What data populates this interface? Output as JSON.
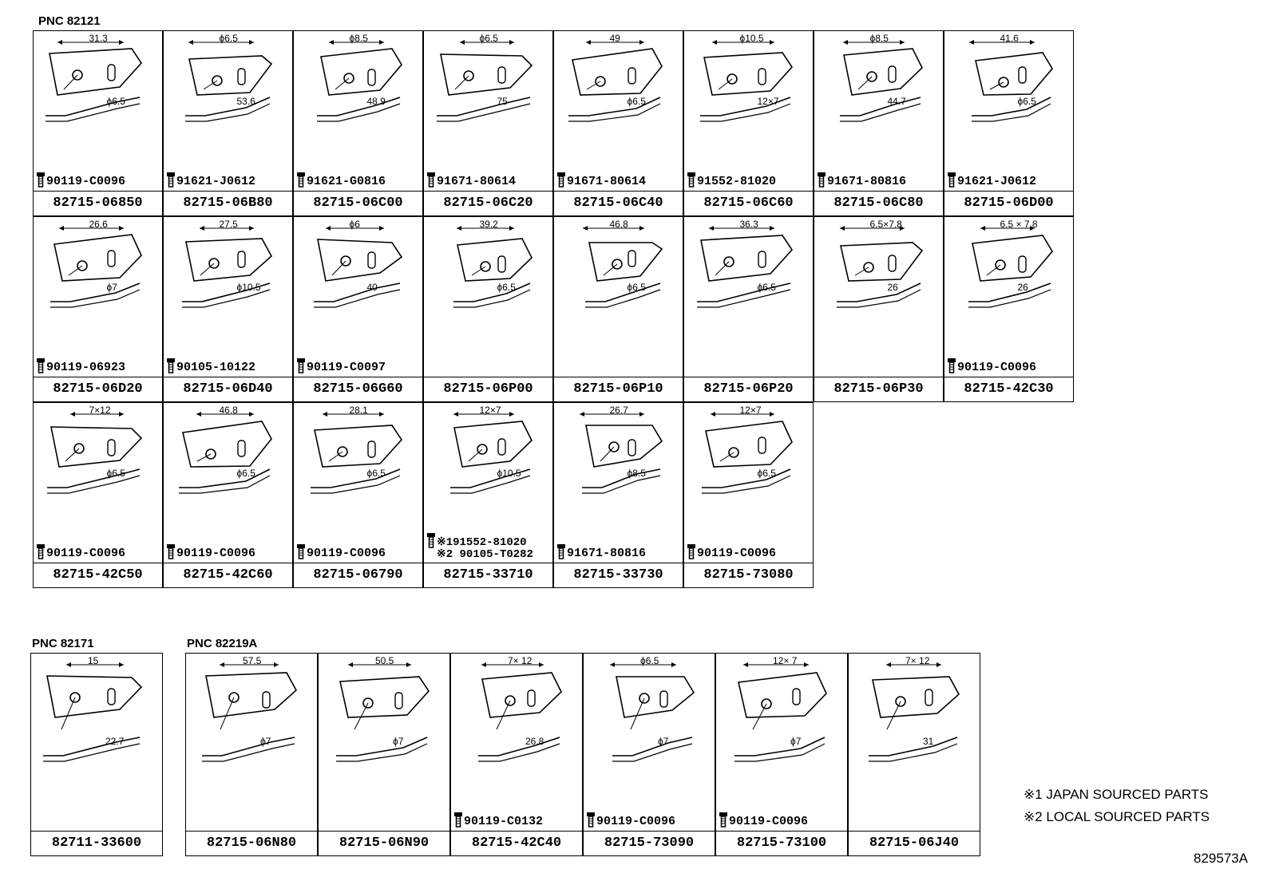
{
  "group1": {
    "pnc": "PNC 82121",
    "cells": [
      {
        "part": "82715-06850",
        "bolt": "90119-C0096",
        "dims": [
          "31.3",
          "ϕ6.5"
        ]
      },
      {
        "part": "82715-06B80",
        "bolt": "91621-J0612",
        "dims": [
          "ϕ6.5",
          "53.6"
        ]
      },
      {
        "part": "82715-06C00",
        "bolt": "91621-G0816",
        "dims": [
          "ϕ8.5",
          "48.9"
        ]
      },
      {
        "part": "82715-06C20",
        "bolt": "91671-80614",
        "dims": [
          "ϕ6.5",
          "75"
        ]
      },
      {
        "part": "82715-06C40",
        "bolt": "91671-80614",
        "dims": [
          "49",
          "ϕ6.5"
        ]
      },
      {
        "part": "82715-06C60",
        "bolt": "91552-81020",
        "dims": [
          "ϕ10.5",
          "12×7"
        ]
      },
      {
        "part": "82715-06C80",
        "bolt": "91671-80816",
        "dims": [
          "ϕ8.5",
          "44.7"
        ]
      },
      {
        "part": "82715-06D00",
        "bolt": "91621-J0612",
        "dims": [
          "41.6",
          "ϕ6.5"
        ]
      },
      {
        "part": "82715-06D20",
        "bolt": "90119-06923",
        "dims": [
          "26.6",
          "ϕ7"
        ]
      },
      {
        "part": "82715-06D40",
        "bolt": "90105-10122",
        "dims": [
          "27.5",
          "ϕ10.5"
        ]
      },
      {
        "part": "82715-06G60",
        "bolt": "90119-C0097",
        "dims": [
          "ϕ6",
          "40"
        ]
      },
      {
        "part": "82715-06P00",
        "bolt": "",
        "dims": [
          "39.2",
          "ϕ6.5"
        ]
      },
      {
        "part": "82715-06P10",
        "bolt": "",
        "dims": [
          "46.8",
          "ϕ6.5"
        ]
      },
      {
        "part": "82715-06P20",
        "bolt": "",
        "dims": [
          "36.3",
          "ϕ6.5"
        ]
      },
      {
        "part": "82715-06P30",
        "bolt": "",
        "dims": [
          "6.5×7.8",
          "26"
        ]
      },
      {
        "part": "82715-42C30",
        "bolt": "90119-C0096",
        "dims": [
          "6.5 × 7.8",
          "26"
        ]
      },
      {
        "part": "82715-42C50",
        "bolt": "90119-C0096",
        "dims": [
          "7×12",
          "ϕ6.5"
        ]
      },
      {
        "part": "82715-42C60",
        "bolt": "90119-C0096",
        "dims": [
          "46.8",
          "ϕ6.5"
        ]
      },
      {
        "part": "82715-06790",
        "bolt": "90119-C0096",
        "dims": [
          "28.1",
          "ϕ6.5"
        ]
      },
      {
        "part": "82715-33710",
        "bolt": "※191552-81020",
        "bolt2": "※2 90105-T0282",
        "dims": [
          "12×7",
          "ϕ10.5"
        ]
      },
      {
        "part": "82715-33730",
        "bolt": "91671-80816",
        "dims": [
          "26.7",
          "ϕ8.5"
        ]
      },
      {
        "part": "82715-73080",
        "bolt": "90119-C0096",
        "dims": [
          "12×7",
          "ϕ6.5"
        ]
      }
    ]
  },
  "group2": {
    "pnc": "PNC 82171",
    "cells": [
      {
        "part": "82711-33600",
        "bolt": "",
        "dims": [
          "15",
          "22.7"
        ]
      }
    ]
  },
  "group3": {
    "pnc": "PNC 82219A",
    "cells": [
      {
        "part": "82715-06N80",
        "bolt": "",
        "dims": [
          "57.5",
          "ϕ7"
        ]
      },
      {
        "part": "82715-06N90",
        "bolt": "",
        "dims": [
          "50.5",
          "ϕ7"
        ]
      },
      {
        "part": "82715-42C40",
        "bolt": "90119-C0132",
        "dims": [
          "7× 12",
          "26.8"
        ]
      },
      {
        "part": "82715-73090",
        "bolt": "90119-C0096",
        "dims": [
          "ϕ6.5",
          "ϕ7"
        ]
      },
      {
        "part": "82715-73100",
        "bolt": "90119-C0096",
        "dims": [
          "12× 7",
          "ϕ7"
        ]
      },
      {
        "part": "82715-06J40",
        "bolt": "",
        "dims": [
          "7× 12",
          "31"
        ]
      }
    ]
  },
  "notes": {
    "n1": "※1 JAPAN SOURCED PARTS",
    "n2": "※2 LOCAL SOURCED PARTS"
  },
  "figure_id": "829573A"
}
